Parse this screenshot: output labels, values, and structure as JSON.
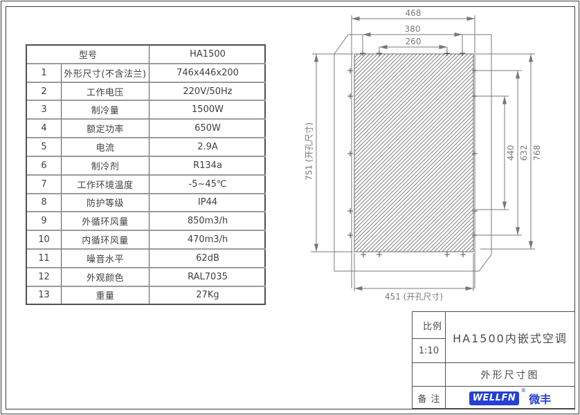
{
  "spec_table": {
    "header": {
      "label": "型号",
      "value": "HA1500"
    },
    "rows": [
      {
        "num": "1",
        "label": "外形尺寸(不含法兰)",
        "value": "746x446x200"
      },
      {
        "num": "2",
        "label": "工作电压",
        "value": "220V/50Hz"
      },
      {
        "num": "3",
        "label": "制冷量",
        "value": "1500W"
      },
      {
        "num": "4",
        "label": "额定功率",
        "value": "650W"
      },
      {
        "num": "5",
        "label": "电流",
        "value": "2.9A"
      },
      {
        "num": "6",
        "label": "制冷剂",
        "value": "R134a"
      },
      {
        "num": "7",
        "label": "工作环境温度",
        "value": "-5~45℃"
      },
      {
        "num": "8",
        "label": "防护等级",
        "value": "IP44"
      },
      {
        "num": "9",
        "label": "外循环风量",
        "value": "850m3/h"
      },
      {
        "num": "10",
        "label": "内循环风量",
        "value": "470m3/h"
      },
      {
        "num": "11",
        "label": "噪音水平",
        "value": "62dB"
      },
      {
        "num": "12",
        "label": "外观颜色",
        "value": "RAL7035"
      },
      {
        "num": "13",
        "label": "重量",
        "value": "27Kg"
      }
    ]
  },
  "drawing": {
    "dim_468": "468",
    "dim_380": "380",
    "dim_260": "260",
    "dim_751": "751 (开孔尺寸)",
    "dim_451": "451 (开孔尺寸)",
    "dim_440": "440",
    "dim_632": "632",
    "dim_768": "768"
  },
  "title_block": {
    "scale_label": "比例",
    "scale_value": "1:10",
    "product_title": "HA1500内嵌式空调",
    "sheet_title": "外形尺寸图",
    "remark_label": "备注",
    "logo_text": "WELLFN",
    "registered_mark": "®",
    "brand_name": "微丰"
  },
  "colors": {
    "brand_blue": "#2540d2",
    "line_gray": "#787878"
  }
}
